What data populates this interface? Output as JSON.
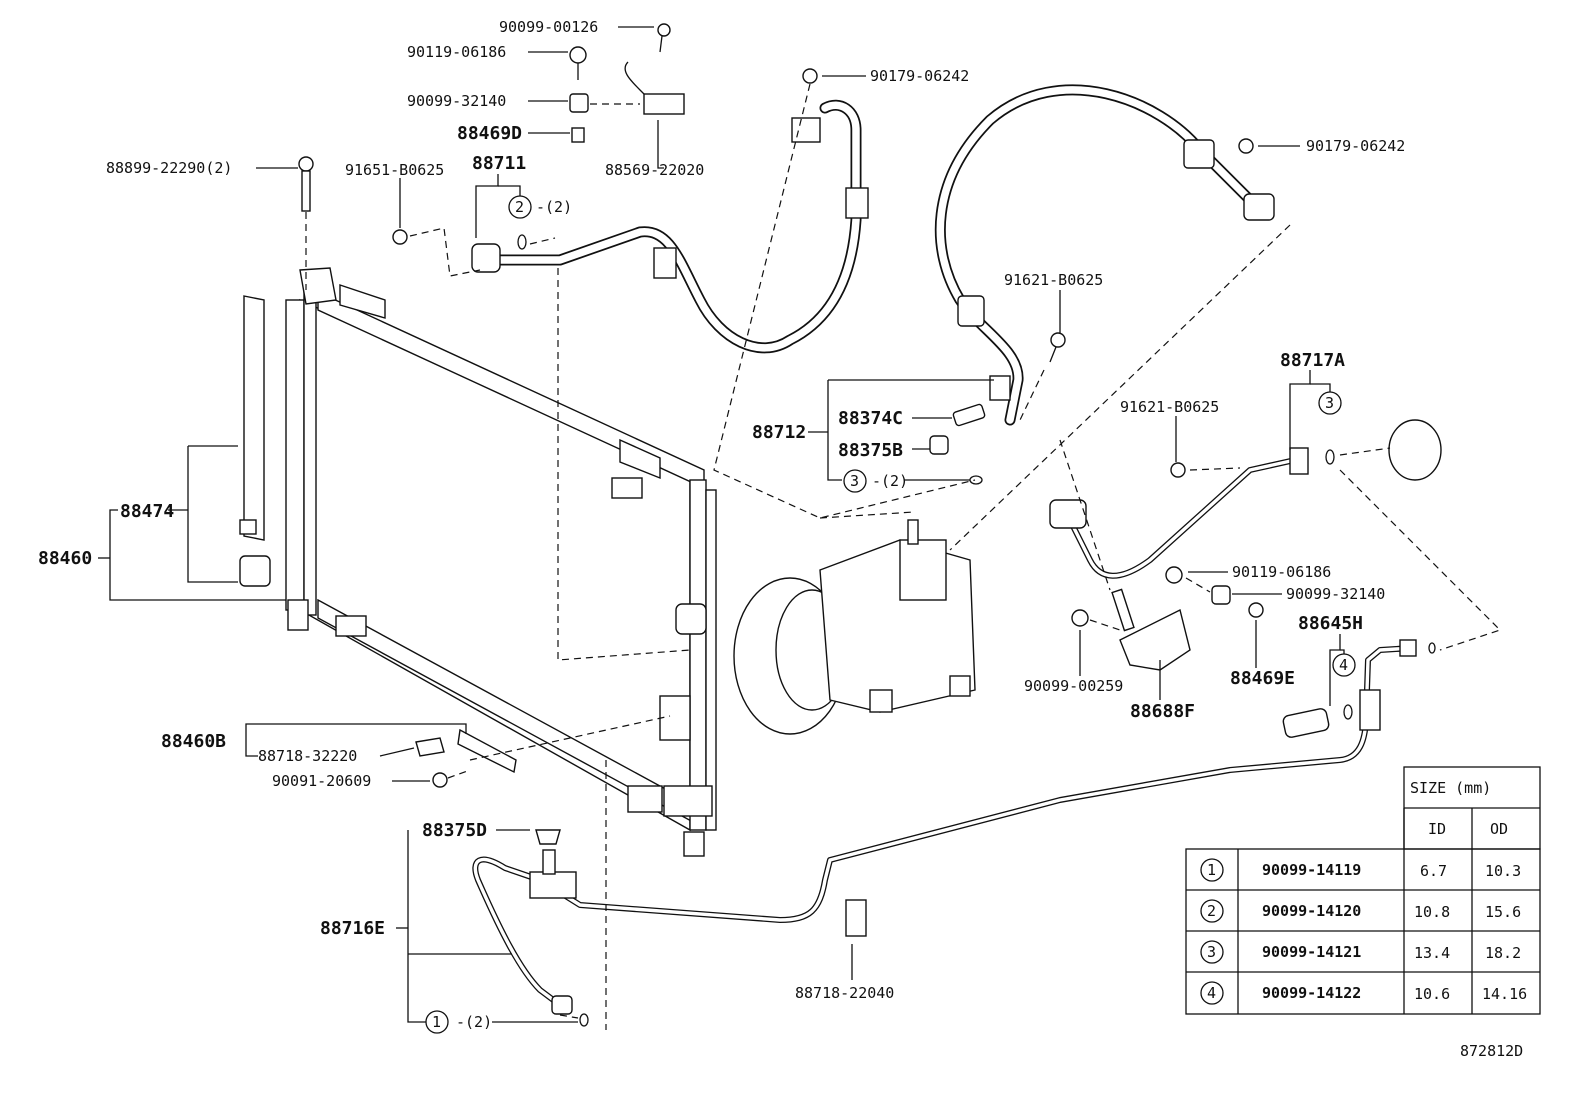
{
  "labels": {
    "p_90099_00126": "90099-00126",
    "p_90119_06186_top": "90119-06186",
    "p_90099_32140_top": "90099-32140",
    "p_88469D": "88469D",
    "p_88569_22020": "88569-22020",
    "p_90179_06242_a": "90179-06242",
    "p_90179_06242_b": "90179-06242",
    "p_88899_22290": "88899-22290(2)",
    "p_91651_B0625": "91651-B0625",
    "p_88711": "88711",
    "p_91621_B0625_a": "91621-B0625",
    "p_88374C": "88374C",
    "p_88712": "88712",
    "p_88375B": "88375B",
    "p_88717A": "88717A",
    "p_91621_B0625_b": "91621-B0625",
    "p_88474": "88474",
    "p_88460": "88460",
    "p_90119_06186_r": "90119-06186",
    "p_90099_32140_r": "90099-32140",
    "p_88645H": "88645H",
    "p_90099_00259": "90099-00259",
    "p_88469E": "88469E",
    "p_88688F": "88688F",
    "p_88460B": "88460B",
    "p_88718_32220": "88718-32220",
    "p_90091_20609": "90091-20609",
    "p_88375D": "88375D",
    "p_88716E": "88716E",
    "p_88718_22040": "88718-22040",
    "qty2": "-(2)",
    "ref_code": "872812D"
  },
  "callouts": {
    "c1": "1",
    "c2": "2",
    "c3a": "3",
    "c3b": "3",
    "c4": "4"
  },
  "size_table": {
    "header": "SIZE (mm)",
    "col_id": "ID",
    "col_od": "OD",
    "rows": [
      {
        "ref": "1",
        "part": "90099-14119",
        "id": "6.7",
        "od": "10.3"
      },
      {
        "ref": "2",
        "part": "90099-14120",
        "id": "10.8",
        "od": "15.6"
      },
      {
        "ref": "3",
        "part": "90099-14121",
        "id": "13.4",
        "od": "18.2"
      },
      {
        "ref": "4",
        "part": "90099-14122",
        "id": "10.6",
        "od": "14.16"
      }
    ]
  }
}
